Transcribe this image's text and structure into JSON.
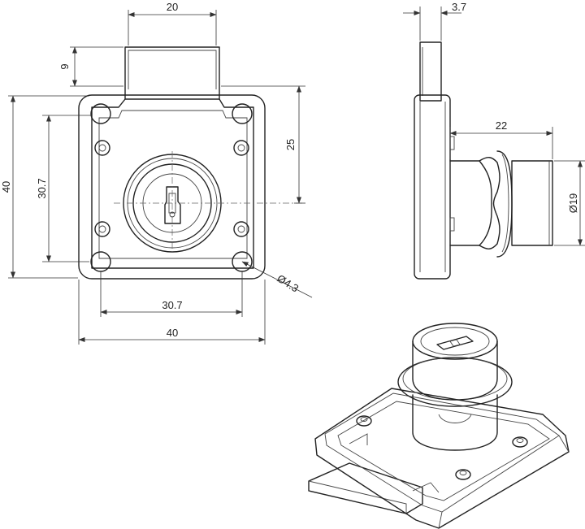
{
  "dimensions": {
    "slot_width": "20",
    "slot_height": "9",
    "body_height": "40",
    "hole_pitch_vertical": "30.7",
    "key_offset": "25",
    "hole_pitch_horizontal": "30.7",
    "body_width": "40",
    "hole_diameter": "Ø4.3",
    "plate_thickness": "3.7",
    "cylinder_length": "22",
    "cylinder_diameter": "Ø19"
  }
}
